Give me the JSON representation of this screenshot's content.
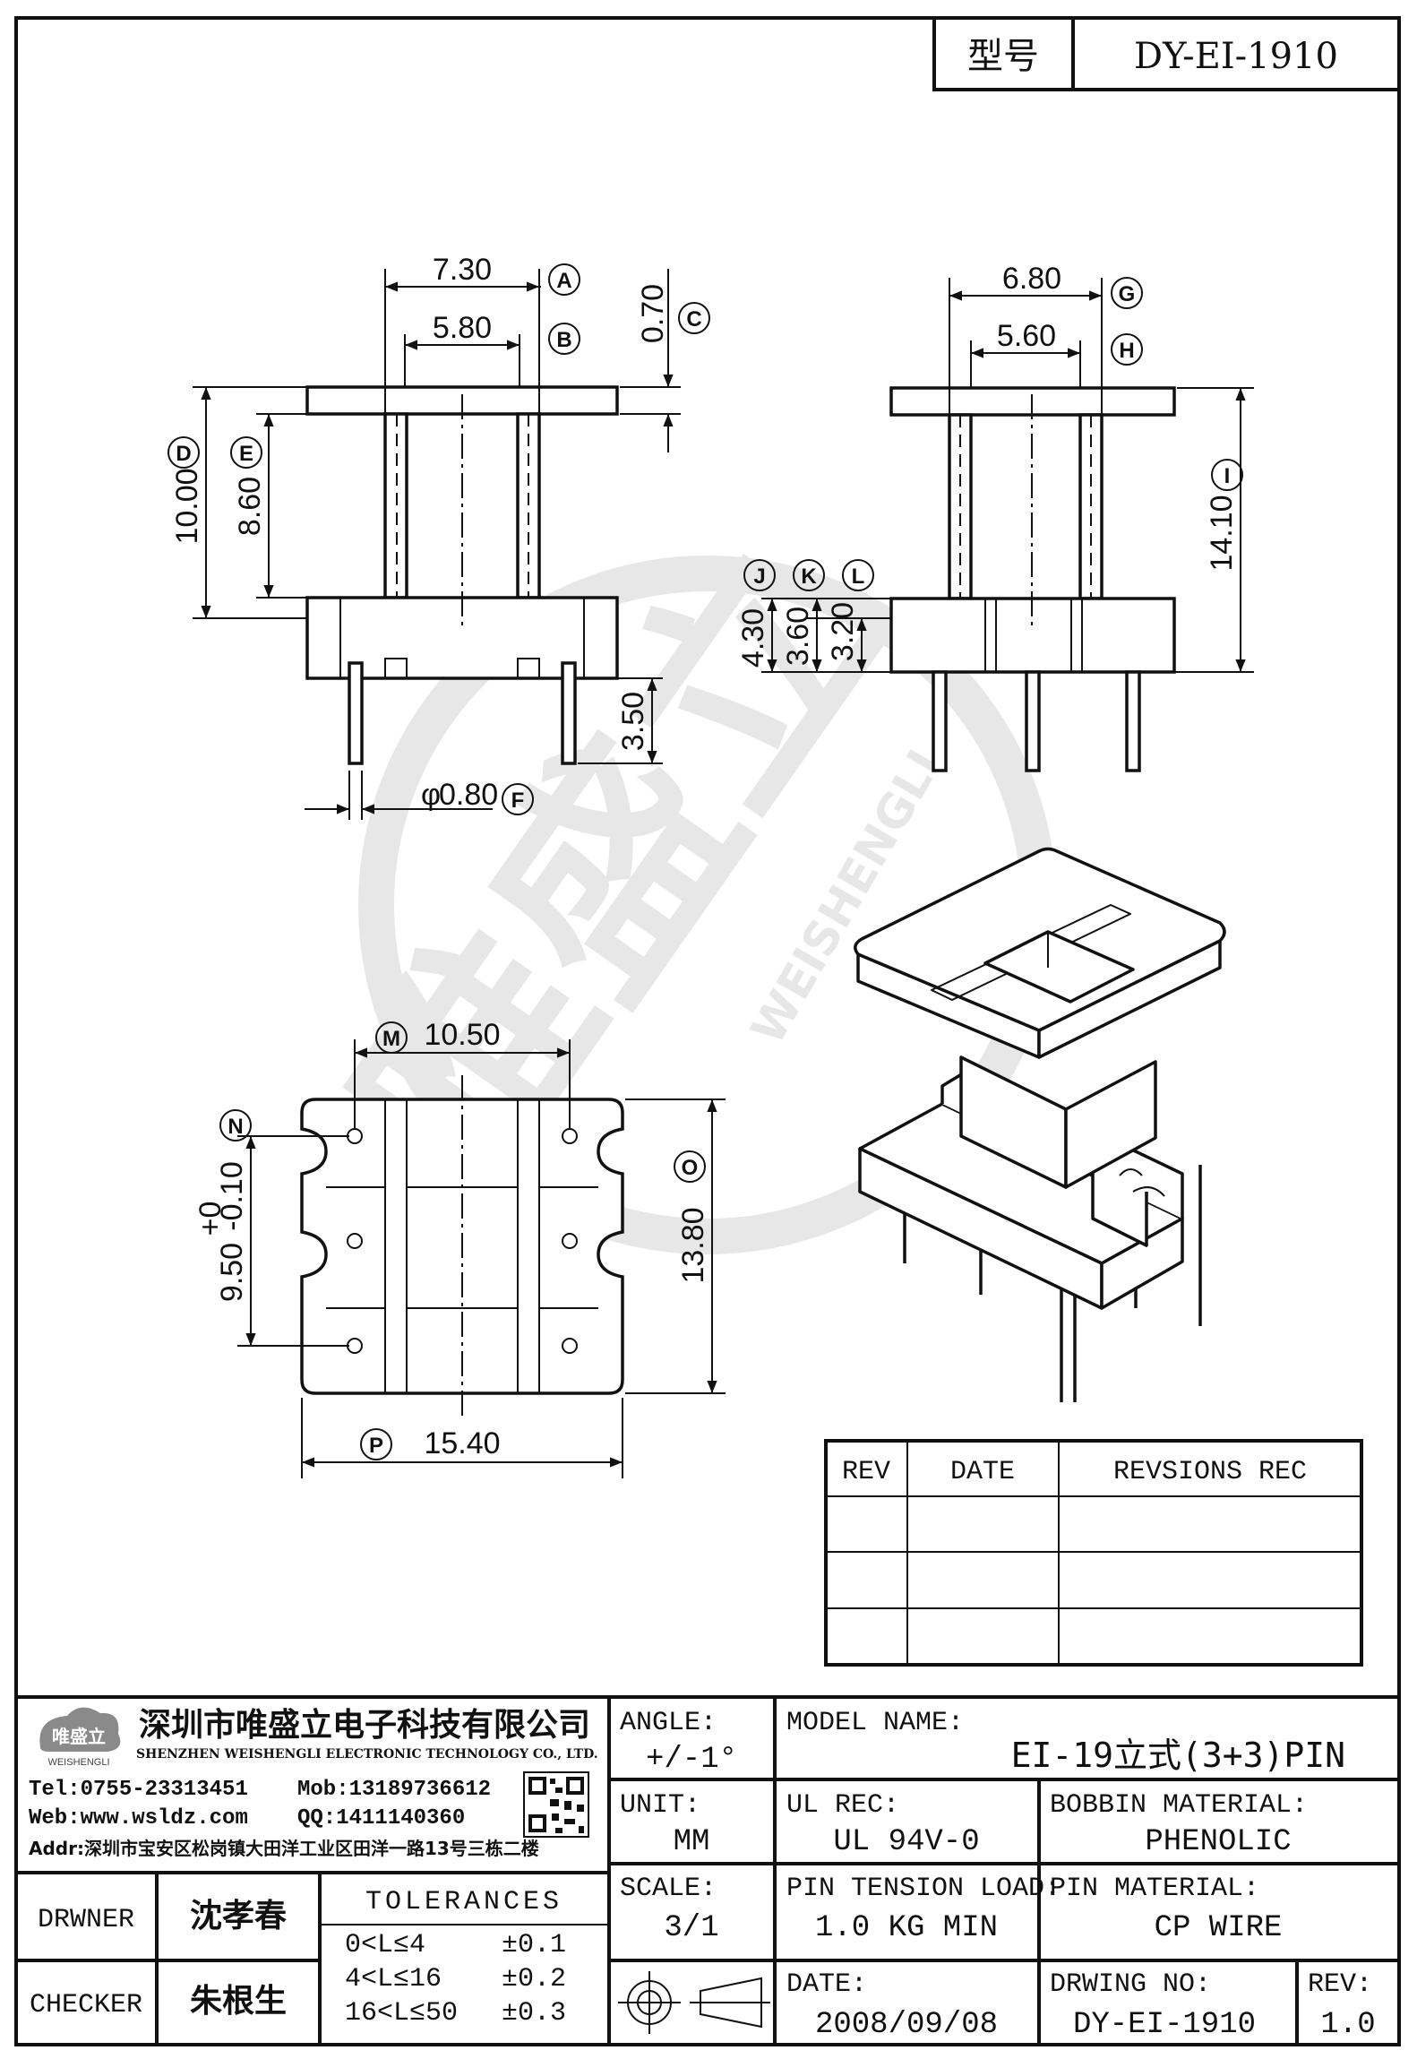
{
  "header": {
    "type_label": "型号",
    "type_value": "DY-EI-1910"
  },
  "watermark": {
    "brand_cn": "唯盛立",
    "brand_en": "WEISHENGLI"
  },
  "dimensions": {
    "A": "7.30",
    "B": "5.80",
    "C": "0.70",
    "D": "10.00",
    "E": "8.60",
    "F": "0.80",
    "F_prefix": "φ",
    "G": "6.80",
    "H": "5.60",
    "I": "14.10",
    "J": "4.30",
    "K": "3.60",
    "L": "3.20",
    "pin": "3.50",
    "M": "10.50",
    "N_value": "9.50",
    "N_tol_upper": "+0",
    "N_tol_lower": "-0.10",
    "O": "13.80",
    "P": "15.40"
  },
  "callouts": [
    "A",
    "B",
    "C",
    "D",
    "E",
    "F",
    "G",
    "H",
    "I",
    "J",
    "K",
    "L",
    "M",
    "N",
    "O",
    "P"
  ],
  "revision_table": {
    "headers": [
      "REV",
      "DATE",
      "REVSIONS REC"
    ],
    "rows": [
      [
        "",
        "",
        ""
      ],
      [
        "",
        "",
        ""
      ],
      [
        "",
        "",
        ""
      ]
    ]
  },
  "company": {
    "name_cn": "深圳市唯盛立电子科技有限公司",
    "name_en": "SHENZHEN WEISHENGLI ELECTRONIC TECHNOLOGY CO., LTD.",
    "logo_cn": "唯盛立",
    "logo_en": "WEISHENGLI",
    "tel": "Tel:0755-23313451",
    "mob": "Mob:13189736612",
    "web": "Web:www.wsldz.com",
    "qq": "QQ:1411140360",
    "addr": "Addr:深圳市宝安区松岗镇大田洋工业区田洋一路13号三栋二楼"
  },
  "title_block": {
    "angle_label": "ANGLE:",
    "angle_value": "+/-1°",
    "model_label": "MODEL NAME:",
    "model_value": "EI-19立式(3+3)PIN",
    "unit_label": "UNIT:",
    "unit_value": "MM",
    "ul_label": "UL REC:",
    "ul_value": "UL 94V-0",
    "bobbin_label": "BOBBIN MATERIAL:",
    "bobbin_value": "PHENOLIC",
    "scale_label": "SCALE:",
    "scale_value": "3/1",
    "tension_label": "PIN TENSION LOAD:",
    "tension_value": "1.0 KG MIN",
    "pinmat_label": "PIN MATERIAL:",
    "pinmat_value": "CP WIRE",
    "date_label": "DATE:",
    "date_value": "2008/09/08",
    "drwno_label": "DRWING NO:",
    "drwno_value": "DY-EI-1910",
    "rev_label": "REV:",
    "rev_value": "1.0",
    "drawer_label": "DRWNER",
    "drawer_value": "沈孝春",
    "checker_label": "CHECKER",
    "checker_value": "朱根生",
    "tolerances_label": "TOLERANCES",
    "tolerances": [
      {
        "range": "0<L≤4",
        "tol": "±0.1"
      },
      {
        "range": "4<L≤16",
        "tol": "±0.2"
      },
      {
        "range": "16<L≤50",
        "tol": "±0.3"
      }
    ]
  }
}
